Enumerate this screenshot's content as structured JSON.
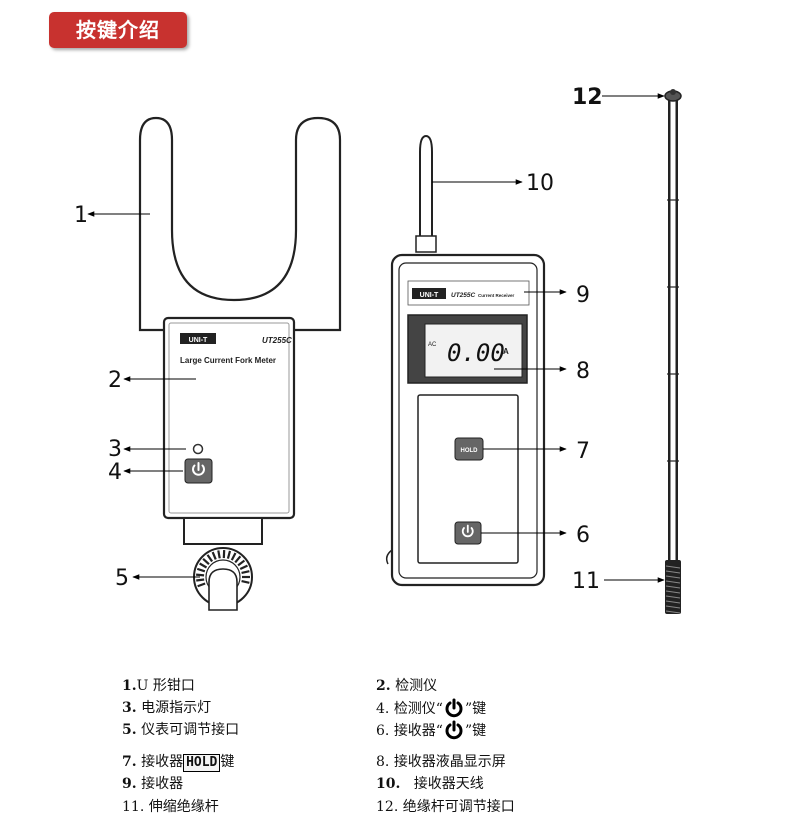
{
  "header": {
    "title": "按键介绍"
  },
  "fork_meter": {
    "brand": "UNI-T",
    "model": "UT255C",
    "name": "Large Current Fork Meter"
  },
  "receiver": {
    "brand": "UNI-T",
    "model": "UT255C",
    "name": "Current Receiver",
    "lcd_unit_left": "AC",
    "lcd_reading": "0.00",
    "lcd_unit_right": "A",
    "hold_label": "HOLD"
  },
  "callouts": {
    "c1": "1",
    "c2": "2",
    "c3": "3",
    "c4": "4",
    "c5": "5",
    "c6": "6",
    "c7": "7",
    "c8": "8",
    "c9": "9",
    "c10": "10",
    "c11": "11",
    "c12": "12"
  },
  "legend": {
    "l1": {
      "num": "1.",
      "text": "U 形钳口"
    },
    "l2": {
      "num": "2.",
      "text": "检测仪"
    },
    "l3": {
      "num": "3.",
      "text": "电源指示灯"
    },
    "l4": {
      "num": "4.",
      "pre": "检测仪“",
      "post": "”键"
    },
    "l5": {
      "num": "5.",
      "text": "仪表可调节接口"
    },
    "l6": {
      "num": "6.",
      "pre": "接收器“",
      "post": "”键"
    },
    "l7": {
      "num": "7.",
      "pre": "接收器",
      "hold": "HOLD",
      "post": "键"
    },
    "l8": {
      "num": "8.",
      "text": "接收器液晶显示屏"
    },
    "l9": {
      "num": "9.",
      "text": "接收器"
    },
    "l10": {
      "num": "10.",
      "text": "接收器天线"
    },
    "l11": {
      "num": "11.",
      "text": "伸缩绝缘杆"
    },
    "l12": {
      "num": "12.",
      "text": "绝缘杆可调节接口"
    }
  }
}
